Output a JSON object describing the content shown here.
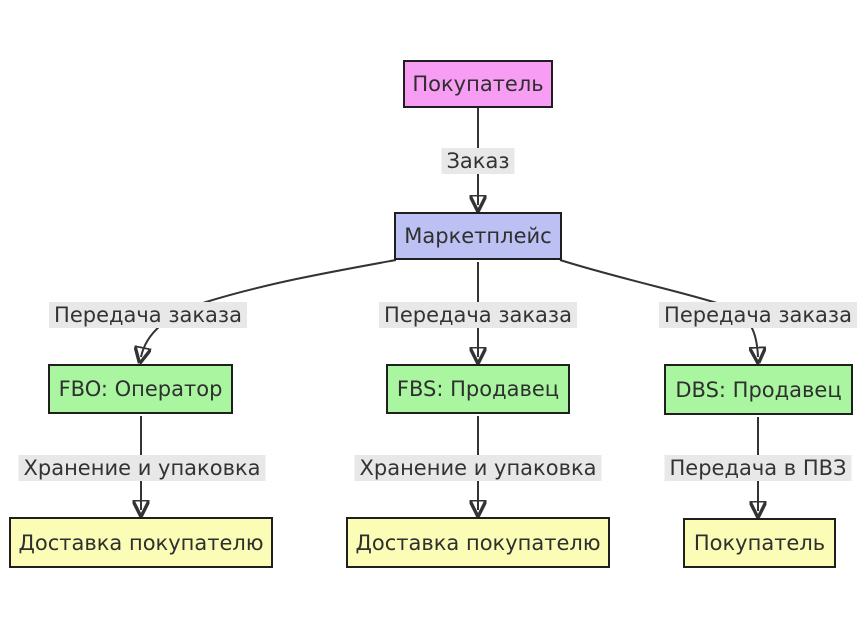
{
  "diagram": {
    "type": "flowchart",
    "direction": "top-down",
    "nodes": {
      "buyer_top": {
        "label": "Покупатель",
        "fill": "#f79df3"
      },
      "marketplace": {
        "label": "Маркетплейс",
        "fill": "#bcc0f2"
      },
      "fbo": {
        "label": "FBO: Оператор",
        "fill": "#a9f5a0"
      },
      "fbs": {
        "label": "FBS: Продавец",
        "fill": "#a9f5a0"
      },
      "dbs": {
        "label": "DBS: Продавец",
        "fill": "#a9f5a0"
      },
      "delivery_left": {
        "label": "Доставка покупателю",
        "fill": "#fbfcb5"
      },
      "delivery_middle": {
        "label": "Доставка покупателю",
        "fill": "#fbfcb5"
      },
      "buyer_bottom": {
        "label": "Покупатель",
        "fill": "#fbfcb5"
      }
    },
    "edges": {
      "order": {
        "from": "Покупатель",
        "to": "Маркетплейс",
        "label": "Заказ"
      },
      "handoff_left": {
        "from": "Маркетплейс",
        "to": "FBO: Оператор",
        "label": "Передача заказа"
      },
      "handoff_middle": {
        "from": "Маркетплейс",
        "to": "FBS: Продавец",
        "label": "Передача заказа"
      },
      "handoff_right": {
        "from": "Маркетплейс",
        "to": "DBS: Продавец",
        "label": "Передача заказа"
      },
      "storage_left": {
        "from": "FBO: Оператор",
        "to": "Доставка покупателю",
        "label": "Хранение и упаковка"
      },
      "storage_middle": {
        "from": "FBS: Продавец",
        "to": "Доставка покупателю",
        "label": "Хранение и упаковка"
      },
      "pvz_right": {
        "from": "DBS: Продавец",
        "to": "Покупатель",
        "label": "Передача в ПВЗ"
      }
    },
    "colors": {
      "edge_stroke": "#333333",
      "node_border": "#1f1f1f",
      "edge_label_background": "#e8e8e8",
      "text": "#333333",
      "background": "#ffffff"
    }
  }
}
